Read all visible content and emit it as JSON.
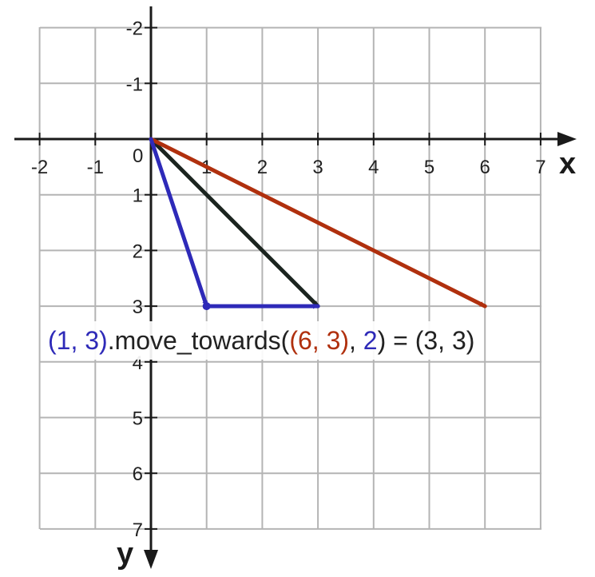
{
  "axes": {
    "x_label": "x",
    "y_label": "y",
    "origin_label": "0",
    "x_ticks": [
      "-2",
      "-1",
      "1",
      "2",
      "3",
      "4",
      "5",
      "6",
      "7"
    ],
    "y_ticks": [
      "-2",
      "-1",
      "1",
      "2",
      "3",
      "4",
      "5",
      "6",
      "7"
    ],
    "x_range": [
      -2,
      7
    ],
    "y_range": [
      -2,
      7
    ],
    "y_axis_direction": "down"
  },
  "vectors": [
    {
      "name": "black-vector",
      "from": [
        0,
        0
      ],
      "to": [
        3,
        3
      ],
      "color": "#1b241f"
    },
    {
      "name": "red-vector",
      "from": [
        0,
        0
      ],
      "to": [
        6,
        3
      ],
      "color": "#b0300e"
    },
    {
      "name": "blue-vector-1",
      "from": [
        0,
        0
      ],
      "to": [
        1,
        3
      ],
      "color": "#2e2ab8"
    },
    {
      "name": "blue-vector-2",
      "from": [
        1,
        3
      ],
      "to": [
        3,
        3
      ],
      "color": "#2e2ab8"
    }
  ],
  "points": [
    {
      "name": "point-1-3",
      "at": [
        1,
        3
      ],
      "color": "#2e2ab8"
    }
  ],
  "expression": {
    "from_paren_open": "(",
    "from_x": "1",
    "from_comma": ", ",
    "from_y": "3",
    "from_paren_close": ")",
    "method": ".move_towards(",
    "to_paren_open": "(",
    "to_x": "6",
    "to_comma": ", ",
    "to_y": "3",
    "to_paren_close": ")",
    "arg_sep": ", ",
    "delta": "2",
    "close": ")",
    "equals": " = (3, 3)"
  },
  "colors": {
    "blue": "#2e2ab8",
    "red": "#b0300e",
    "black": "#1b241f",
    "text": "#222222"
  }
}
